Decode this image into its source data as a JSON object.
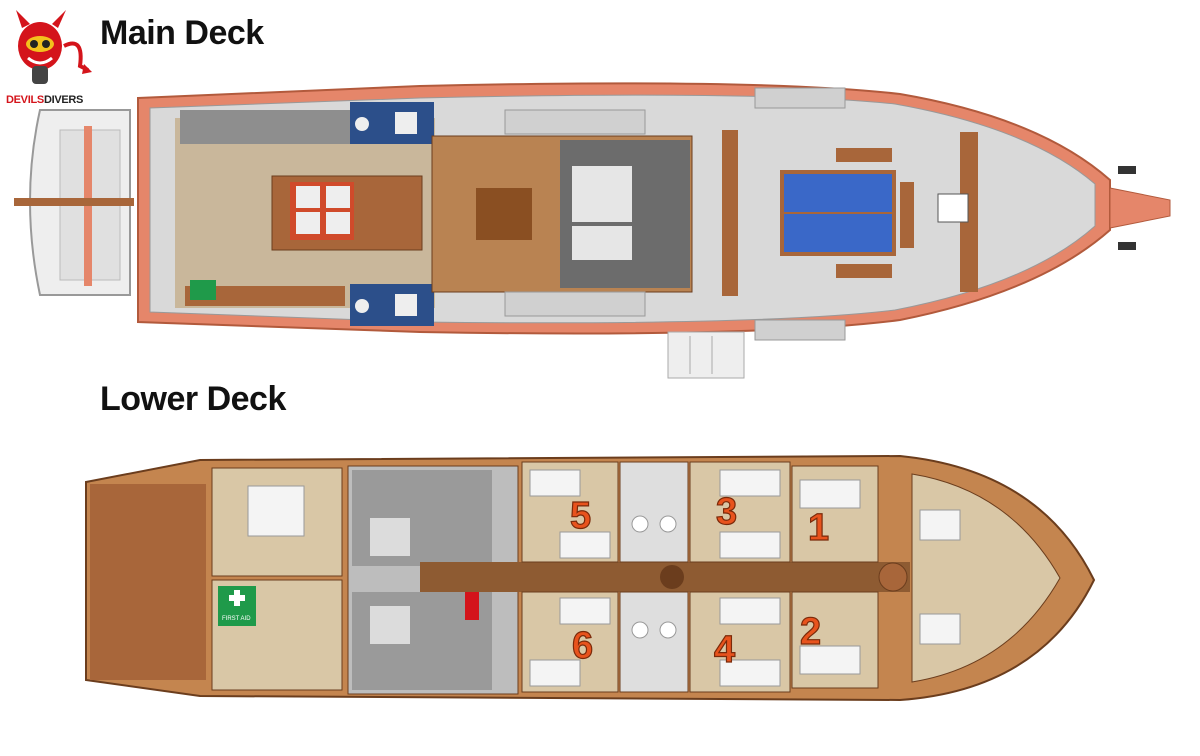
{
  "logo": {
    "word_a": "DEVILS",
    "word_b": "DIVERS",
    "icon": "devil-diver-mascot-icon"
  },
  "main_deck": {
    "title": "Main Deck"
  },
  "lower_deck": {
    "title": "Lower Deck",
    "first_aid_label": "FIRST AID",
    "cabins": [
      "1",
      "2",
      "3",
      "4",
      "5",
      "6"
    ]
  },
  "colors": {
    "hull": "#e5866a",
    "wood": "#a8663a",
    "deck_floor": "#c9b79b",
    "accent_number": "#e8531d",
    "canopy_blue": "#3a68c8",
    "first_aid_green": "#1f9a4a"
  }
}
